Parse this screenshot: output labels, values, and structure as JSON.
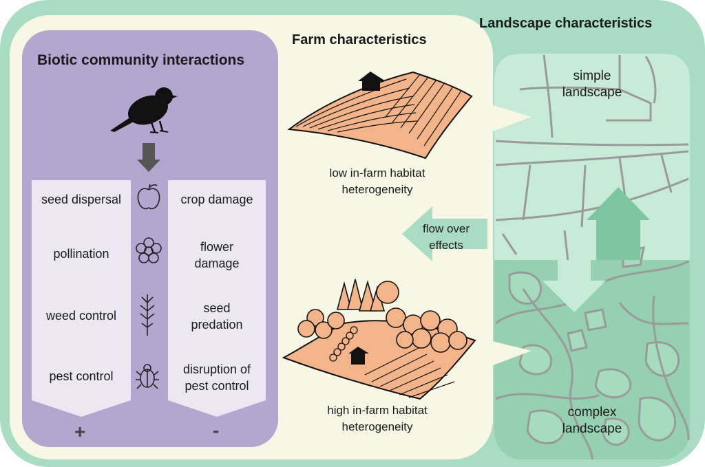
{
  "panels": {
    "biotic_title": "Biotic community interactions",
    "farm_title": "Farm characteristics",
    "landscape_title": "Landscape characteristics"
  },
  "services": [
    "seed dispersal",
    "pollination",
    "weed control",
    "pest control"
  ],
  "disservices": [
    "crop damage",
    "flower damage",
    "seed predation",
    "disruption of pest control"
  ],
  "signs": {
    "plus": "+",
    "minus": "-"
  },
  "farm": {
    "low_label": "low in-farm habitat heterogeneity",
    "high_label": "high in-farm habitat heterogeneity"
  },
  "flow": {
    "label": "flow over effects"
  },
  "landscape": {
    "simple_label": "simple landscape",
    "complex_label": "complex landscape"
  },
  "icons": [
    "bird-icon",
    "apple-icon",
    "flower-icon",
    "grass-icon",
    "beetle-icon",
    "barn-icon"
  ],
  "colors": {
    "outer_green": "#a9dcc2",
    "purple_panel": "#b3a6cf",
    "farm_panel": "#f6f7e4",
    "field_orange": "#f4b48a",
    "landscape_green": "#95d0b0"
  }
}
